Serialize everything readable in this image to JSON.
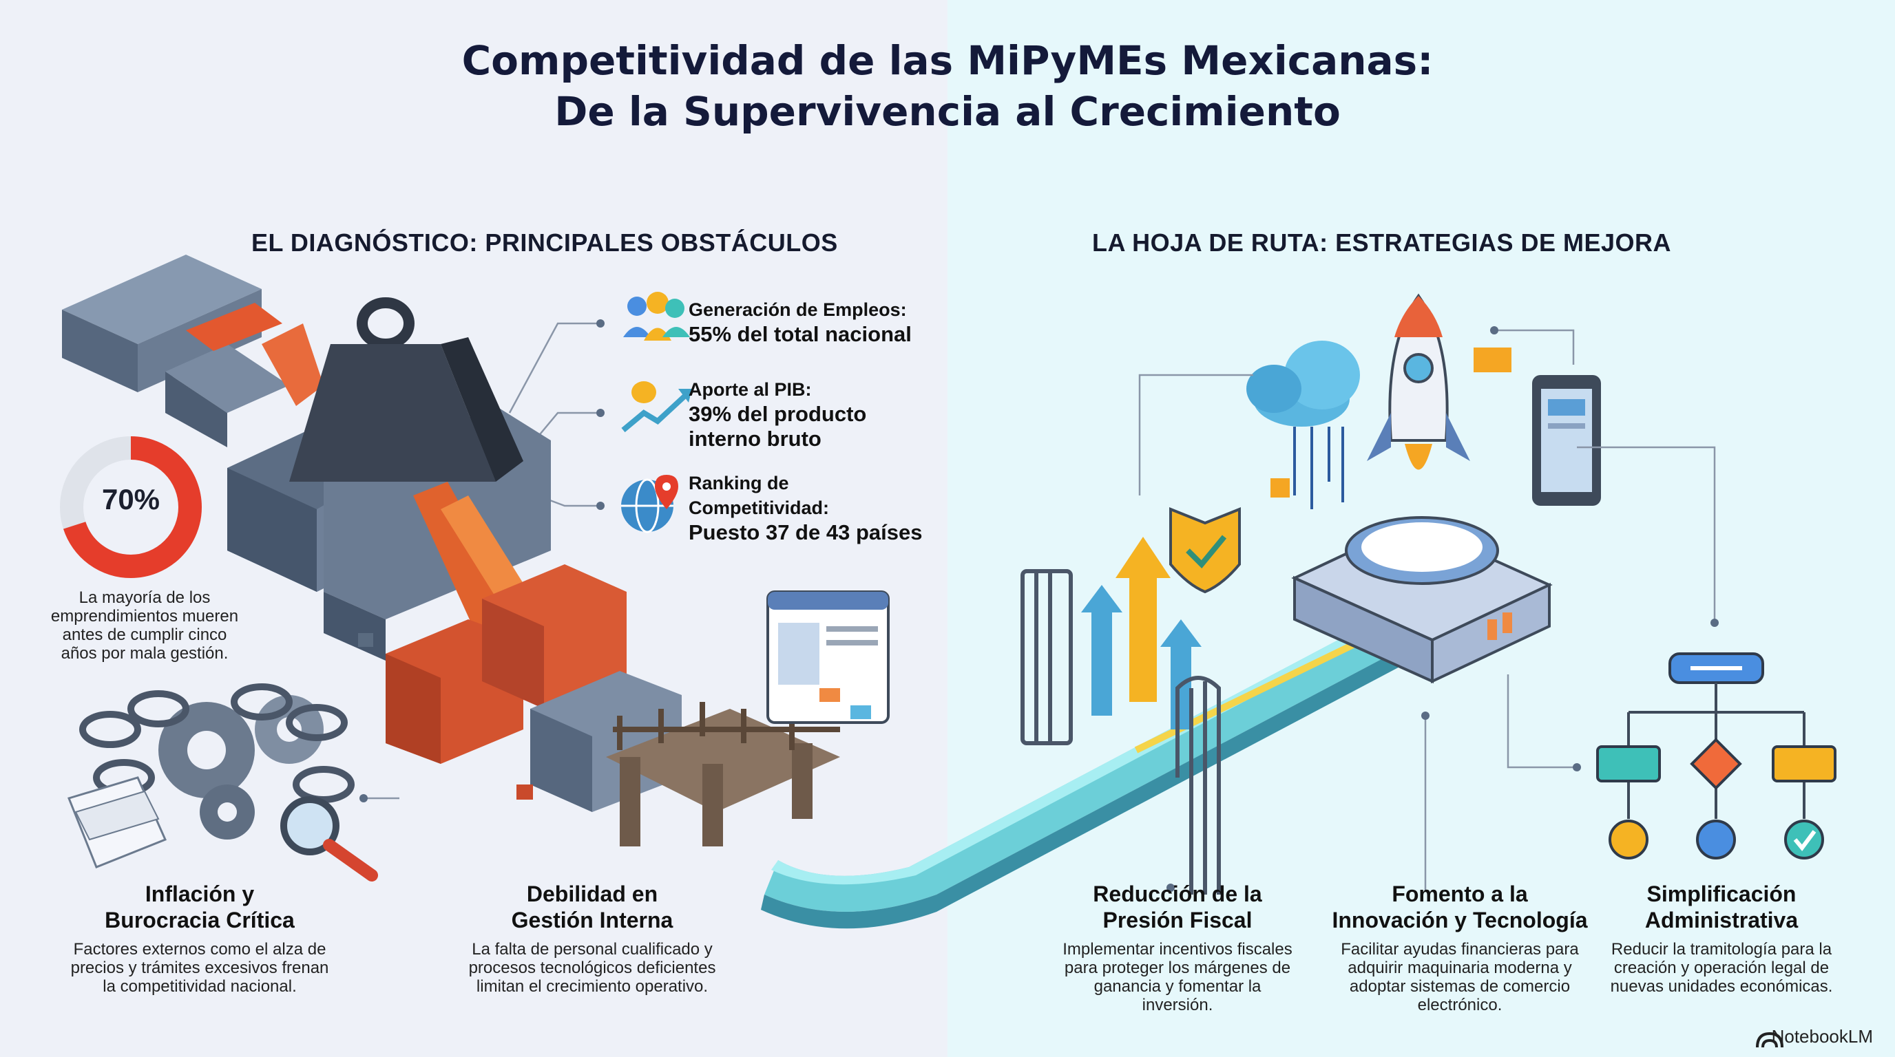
{
  "title": {
    "line1": "Competitividad de las MiPyMEs Mexicanas:",
    "line2": "De la Supervivencia al Crecimiento"
  },
  "left_section": {
    "heading": "EL DIAGNÓSTICO: PRINCIPALES OBSTÁCULOS"
  },
  "right_section": {
    "heading": "LA HOJA DE RUTA: ESTRATEGIAS DE MEJORA"
  },
  "donut": {
    "value": 70,
    "label": "70%",
    "caption_lines": [
      "La mayoría de los",
      "emprendimientos mueren",
      "antes de cumplir cinco",
      "años por mala gestión."
    ],
    "color_filled": "#e53d2b",
    "color_empty": "#dfe3ea"
  },
  "stats": [
    {
      "icon": "people-icon",
      "line1": "Generación de Empleos:",
      "line2": "55% del total nacional"
    },
    {
      "icon": "money-growth-icon",
      "line1": "Aporte al PIB:",
      "line2": "39% del producto",
      "line3": "interno bruto"
    },
    {
      "icon": "globe-pin-icon",
      "line1": "Ranking de",
      "line2": "Competitividad:",
      "line3": "Puesto 37 de 43 países"
    }
  ],
  "obstacles": [
    {
      "head1": "Inflación y",
      "head2": "Burocracia Crítica",
      "desc": [
        "Factores externos como el alza de",
        "precios y trámites excesivos frenan",
        "la competitividad nacional."
      ]
    },
    {
      "head1": "Debilidad en",
      "head2": "Gestión Interna",
      "desc": [
        "La falta de personal cualificado y",
        "procesos tecnológicos deficientes",
        "limitan el crecimiento operativo."
      ]
    }
  ],
  "strategies": [
    {
      "head1": "Reducción de la",
      "head2": "Presión Fiscal",
      "desc": [
        "Implementar incentivos fiscales",
        "para proteger los márgenes de",
        "ganancia y fomentar la",
        "inversión."
      ]
    },
    {
      "head1": "Fomento a la",
      "head2": "Innovación y Tecnología",
      "desc": [
        "Facilitar ayudas financieras para",
        "adquirir maquinaria moderna y",
        "adoptar sistemas de comercio",
        "electrónico."
      ]
    },
    {
      "head1": "Simplificación",
      "head2": "Administrativa",
      "desc": [
        "Reducir la tramitología para la",
        "creación y operación legal de",
        "nuevas unidades económicas."
      ]
    }
  ],
  "brand": {
    "name": "NotebookLM"
  },
  "colors": {
    "accent_orange": "#e8623a",
    "accent_teal": "#39c3c9",
    "rock": "#5b6b80",
    "road": "#7fe0e6"
  }
}
